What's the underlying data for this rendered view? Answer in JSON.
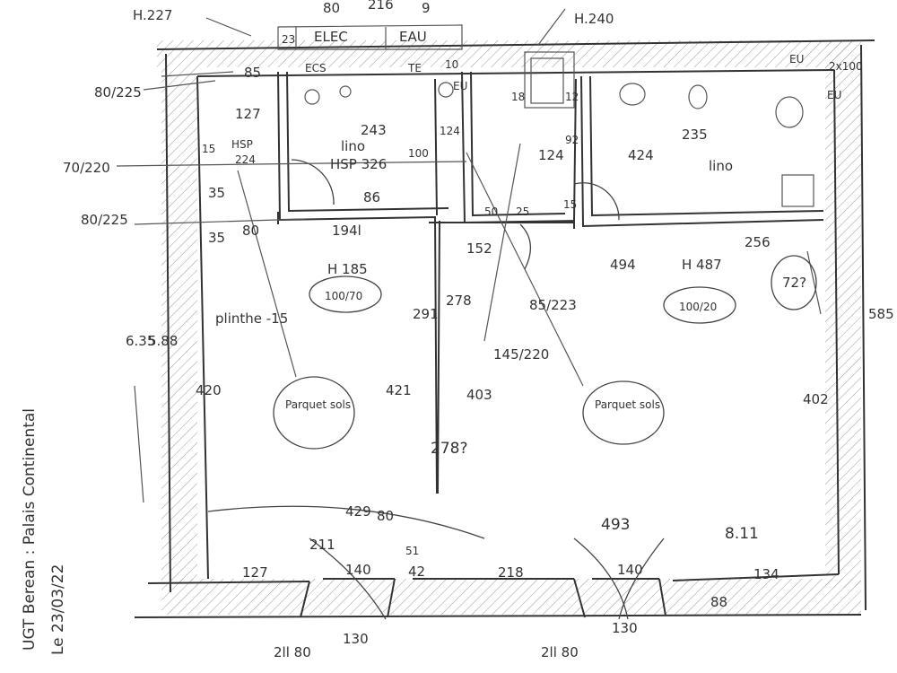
{
  "title_side": "UGT Berean : Palais Continental",
  "date_side": "Le 23/03/22",
  "labels": {
    "h227": "H.227",
    "top_80": "80",
    "top_216": "216",
    "top_9": "9",
    "top_23": "23",
    "elec": "ELEC",
    "eau": "EAU",
    "h240": "H.240",
    "e80_225": "80/225",
    "e85": "85",
    "e127": "127",
    "ecs": "ECS",
    "te": "TE",
    "e10": "10",
    "eu1": "EU",
    "e18": "18",
    "e12": "12",
    "e2x100": "2x100",
    "eu2": "EU",
    "eu3": "EU",
    "e243": "243",
    "e124a": "124",
    "e92": "92",
    "e235": "235",
    "e70_220": "70/220",
    "e15": "15",
    "hsp": "HSP",
    "e224": "224",
    "lino1": "lino",
    "hsp326": "HSP 326",
    "e100": "100",
    "e124b": "124",
    "lino2": "lino",
    "e124c": "424",
    "e35a": "35",
    "e35b": "35",
    "e80a": "80",
    "e86": "86",
    "e1941": "194l",
    "e50": "50",
    "e25": "25",
    "e15b": "15",
    "e80_225b": "80/225",
    "h4185": "H 185",
    "e152": "152",
    "e494": "494",
    "h487": "H 487",
    "e256": "256",
    "e100_70": "100/70",
    "e85_223": "85/223",
    "e100_20": "100/20",
    "e72": "72?",
    "e585": "585",
    "plinthe": "plinthe -15",
    "e635": "6.35",
    "e588": "5.88",
    "e291": "291",
    "e278": "278",
    "e145_220": "145/220",
    "e420": "420",
    "e421": "421",
    "e403": "403",
    "e402": "402",
    "parquet1": "Parquet sols",
    "parquet2": "Parquet sols",
    "e278b": "278?",
    "e429": "429",
    "e80b": "80",
    "e493": "493",
    "e811": "8.11",
    "e211": "211",
    "e140a": "140",
    "e51": "51",
    "e42": "42",
    "e127b": "127",
    "e218": "218",
    "e140b": "140",
    "e134": "134",
    "e88": "88",
    "e2ll80a": "2ll 80",
    "e130a": "130",
    "e2ll80b": "2ll 80",
    "e130b": "130"
  }
}
